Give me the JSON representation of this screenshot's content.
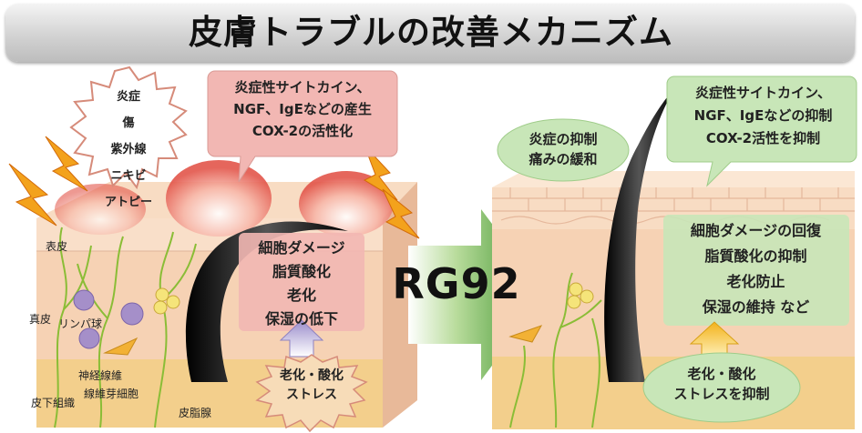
{
  "title": "皮膚トラブルの改善メカニズム",
  "left": {
    "burst_items": [
      "炎症",
      "傷",
      "紫外線",
      "ニキビ",
      "アトピー"
    ],
    "callout_lines": [
      "炎症性サイトカイン、",
      "NGF、IgEなどの産生",
      "COX-2の活性化"
    ],
    "damage_lines": [
      "細胞ダメージ",
      "脂質酸化",
      "老化",
      "保湿の低下"
    ],
    "stress_lines": [
      "老化・酸化",
      "ストレス"
    ],
    "labels": {
      "epidermis": "表皮",
      "dermis": "真皮",
      "lymph": "リンパ球",
      "nerve": "神経線維",
      "fibroblast": "線維芽細胞",
      "subcutaneous": "皮下組織",
      "sebaceous": "皮脂腺"
    }
  },
  "center": {
    "label": "RG92"
  },
  "right": {
    "inflam_lines": [
      "炎症の抑制",
      "痛みの緩和"
    ],
    "callout_lines": [
      "炎症性サイトカイン、",
      "NGF、IgEなどの抑制",
      "COX-2活性を抑制"
    ],
    "recover_lines": [
      "細胞ダメージの回復",
      "脂質酸化の抑制",
      "老化防止",
      "保湿の維持  など"
    ],
    "stress_lines": [
      "老化・酸化",
      "ストレスを抑制"
    ]
  },
  "colors": {
    "pink_box": "#f2b7b3",
    "green_box": "#c8e6b8",
    "skin": "#f6d2b4",
    "fat": "#f3cf8c",
    "arrow": "#3a8c26",
    "hair": "#111111"
  }
}
